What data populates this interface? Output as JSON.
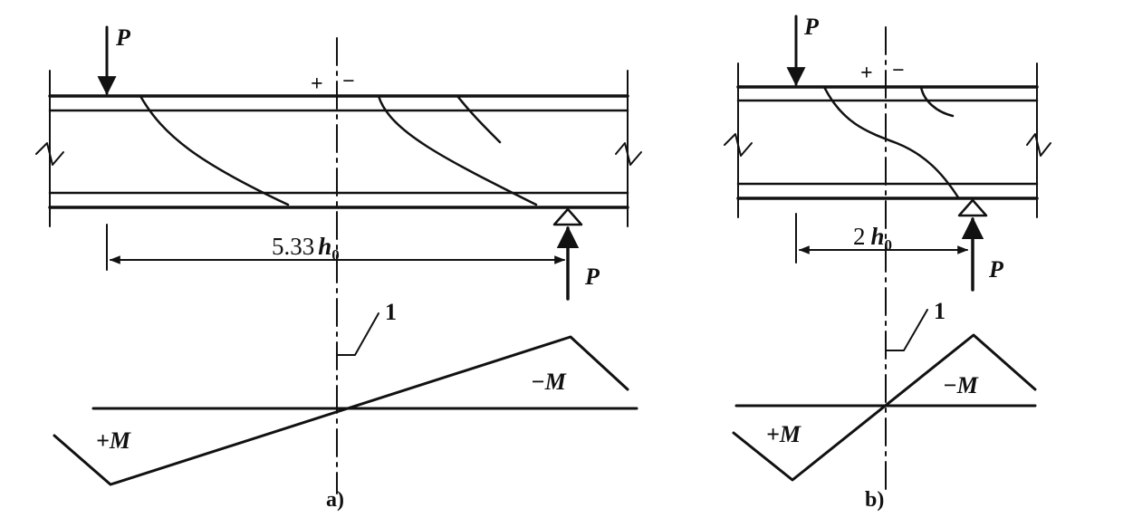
{
  "panel_a": {
    "load_top": "P",
    "load_bottom": "P",
    "sign_plus": "+",
    "sign_minus": "−",
    "span_number": "5.33",
    "span_symbol": "h",
    "span_subscript": "0",
    "leader_number": "1",
    "moment_positive": "+M",
    "moment_negative": "−M",
    "caption": "a)"
  },
  "panel_b": {
    "load_top": "P",
    "load_bottom": "P",
    "sign_plus": "+",
    "sign_minus": "−",
    "span_number": "2",
    "span_symbol": "h",
    "span_subscript": "0",
    "leader_number": "1",
    "moment_positive": "+M",
    "moment_negative": "−M",
    "caption": "b)"
  }
}
